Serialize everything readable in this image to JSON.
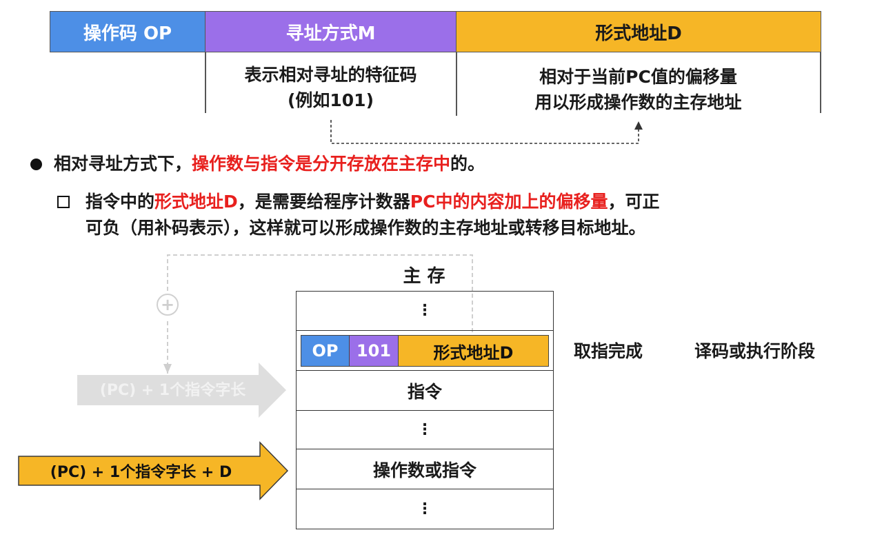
{
  "format": {
    "op_header": "操作码 OP",
    "m_header": "寻址方式M",
    "d_header": "形式地址D",
    "m_desc_line1": "表示相对寻址的特征码",
    "m_desc_line2": "(例如101)",
    "d_desc_line1": "相对于当前PC值的偏移量",
    "d_desc_line2": "用以形成操作数的主存地址"
  },
  "bullet1": {
    "prefix": "相对寻址方式下，",
    "highlight": "操作数与指令是分开存放在主存中",
    "suffix": "的。"
  },
  "bullet2": {
    "prefix": "指令中的",
    "highlight1": "形式地址D",
    "middle": "，是需要给程序计数器",
    "highlight2": "PC中的内容加上的偏移量",
    "suffix": "，可正",
    "line2": "可负（用补码表示），这样就可以形成操作数的主存地址或转移目标地址。"
  },
  "memory": {
    "title": "主 存",
    "dots": "⋮",
    "instr_op": "OP",
    "instr_m": "101",
    "instr_d": "形式地址D",
    "row_instruction": "指令",
    "row_operand": "操作数或指令"
  },
  "arrows": {
    "pc_next": "(PC) + 1个指令字长",
    "pc_target": "(PC) + 1个指令字长 + D",
    "plus": "+"
  },
  "stages": {
    "fetch_done": "取指完成",
    "decode_exec": "译码或执行阶段"
  },
  "colors": {
    "op_blue": "#4d8fe6",
    "m_purple": "#9b6fe9",
    "d_yellow": "#f6b626",
    "highlight_red": "#e8201e",
    "faded_gray": "#dedede"
  }
}
